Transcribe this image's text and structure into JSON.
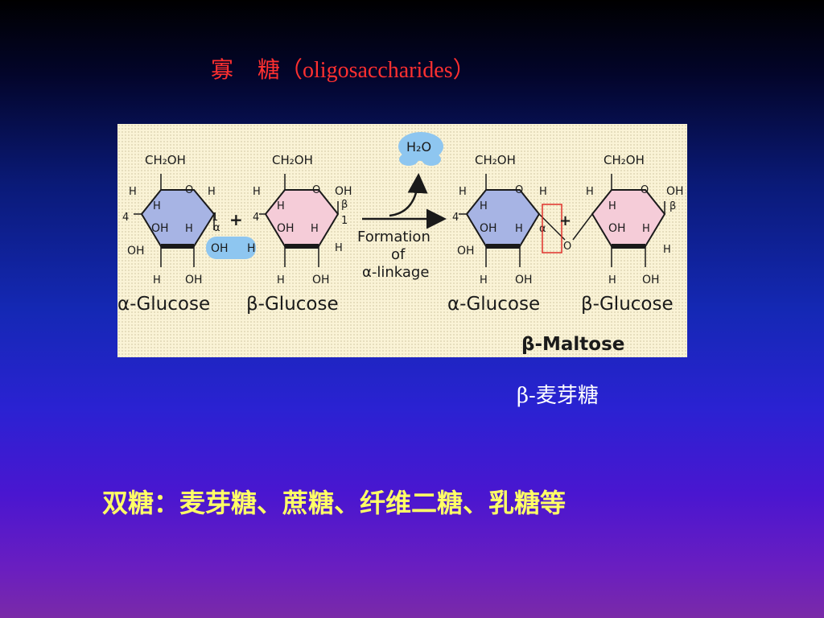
{
  "title": {
    "part1": "寡",
    "part2": "糖（oligosaccharides）"
  },
  "figure": {
    "sugar_label_alpha": "α-Glucose",
    "sugar_label_beta": "β-Glucose",
    "product_label_alpha": "α-Glucose",
    "product_label_beta": "β-Glucose",
    "product_name": "β-Maltose",
    "water": "H₂O",
    "arrow_caption_1": "Formation",
    "arrow_caption_2": "of",
    "arrow_caption_3": "α-linkage",
    "ch2oh": "CH₂OH",
    "plus": "+",
    "atoms": {
      "H": "H",
      "OH": "OH",
      "O": "O",
      "alpha": "α",
      "beta": "β",
      "c1": "1",
      "c4": "4"
    },
    "colors": {
      "alpha_ring": "#a7b4e4",
      "beta_ring": "#f5ccd8",
      "water_blob": "#8ec6f0",
      "linkage_box": "#e0302a",
      "background": "#faf3d6"
    }
  },
  "caption": "β-麦芽糖",
  "bottom_text": "双糖：麦芽糖、蔗糖、纤维二糖、乳糖等"
}
